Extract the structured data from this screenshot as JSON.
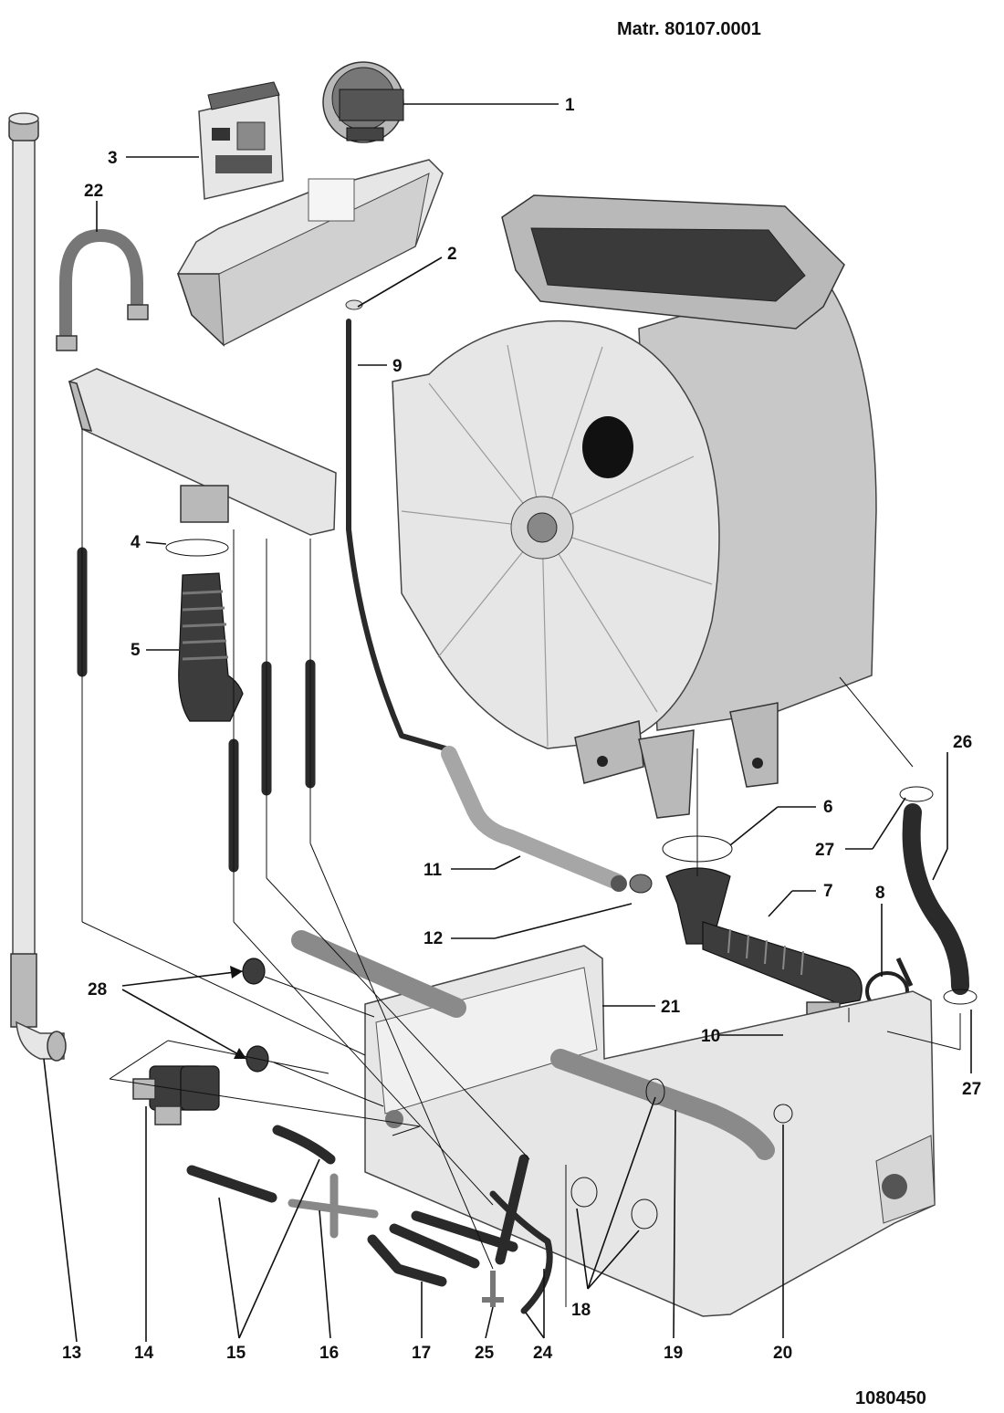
{
  "header": {
    "material_number": "Matr. 80107.0001"
  },
  "footer": {
    "drawing_number": "1080450"
  },
  "callouts": {
    "c1": "1",
    "c2": "2",
    "c3": "3",
    "c4": "4",
    "c5": "5",
    "c6": "6",
    "c7": "7",
    "c8": "8",
    "c9": "9",
    "c10": "10",
    "c11": "11",
    "c12": "12",
    "c13": "13",
    "c14": "14",
    "c15": "15",
    "c16": "16",
    "c17": "17",
    "c18": "18",
    "c19": "19",
    "c20": "20",
    "c21": "21",
    "c22": "22",
    "c24": "24",
    "c25": "25",
    "c26": "26",
    "c27a": "27",
    "c27b": "27",
    "c28": "28"
  },
  "colors": {
    "light_part": "#e6e6e6",
    "mid_part": "#b9b9b9",
    "dark_part": "#3c3c3c"
  }
}
